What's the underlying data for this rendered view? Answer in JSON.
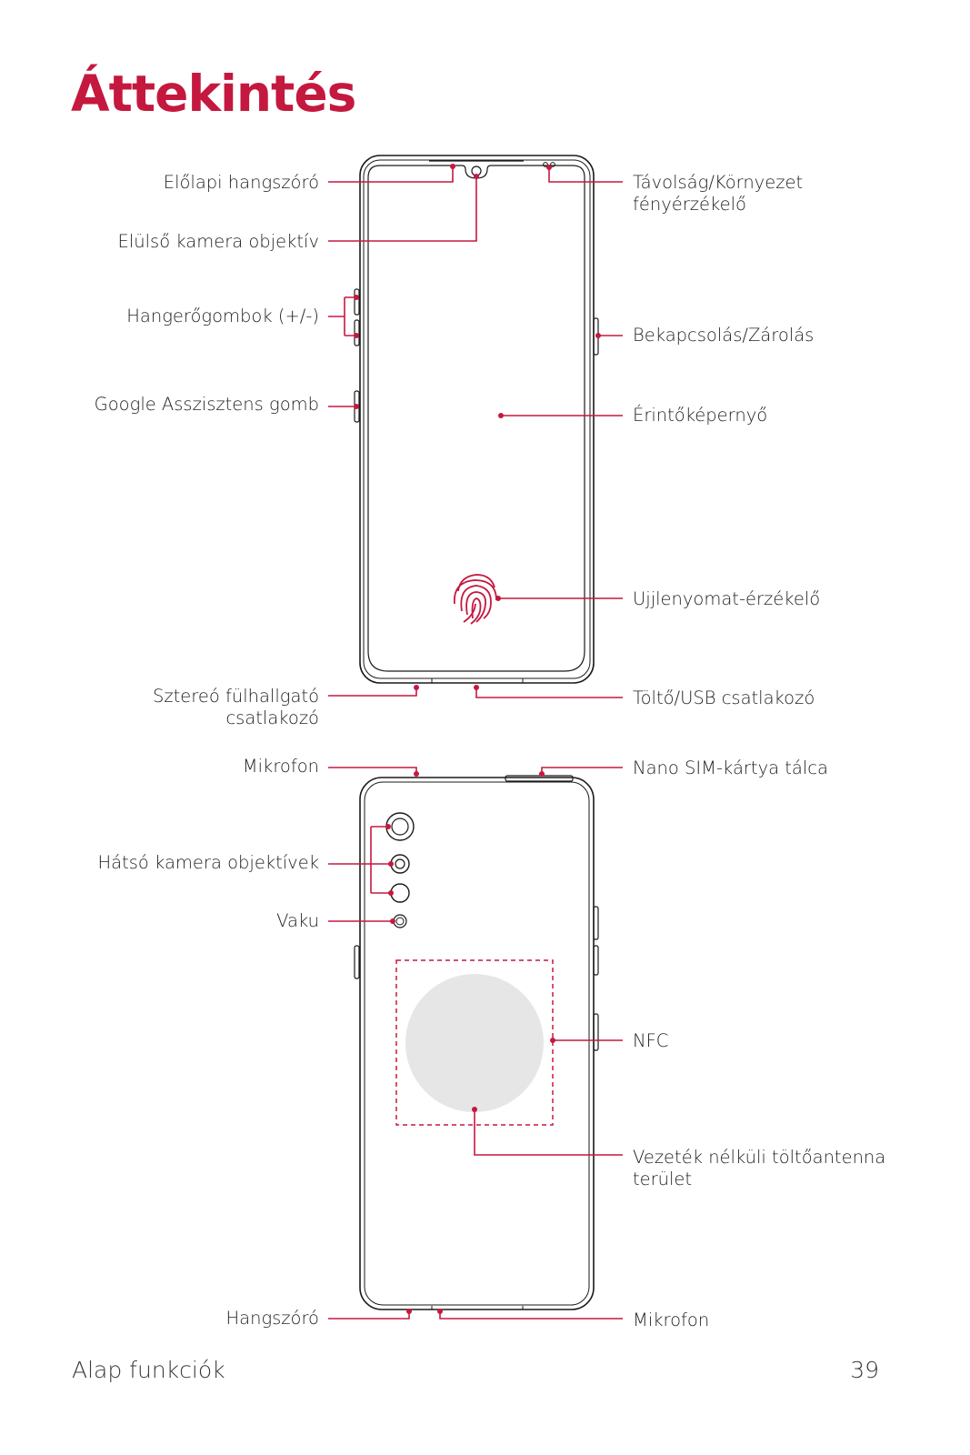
{
  "page": {
    "title": "Áttekintés",
    "footer_section": "Alap funkciók",
    "page_number": "39"
  },
  "front_labels": {
    "front_speaker": "Előlapi hangszóró",
    "front_camera": "Elülső kamera objektív",
    "volume_keys": "Hangerőgombok (+/-)",
    "assistant_key": "Google Asszisztens gomb",
    "proximity_line1": "Távolság/Környezet",
    "proximity_line2": "fényérzékelő",
    "power_key": "Bekapcsolás/Zárolás",
    "touch_screen": "Érintőképernyő",
    "fingerprint": "Ujjlenyomat-érzékelő",
    "earphone_line1": "Sztereó fülhallgató",
    "earphone_line2": "csatlakozó",
    "charger_port": "Töltő/USB csatlakozó"
  },
  "back_labels": {
    "microphone_top": "Mikrofon",
    "sim_tray": "Nano SIM-kártya tálca",
    "rear_cameras": "Hátsó kamera objektívek",
    "flash": "Vaku",
    "nfc": "NFC",
    "wireless_line1": "Vezeték nélküli töltőantenna",
    "wireless_line2": "terület",
    "speaker": "Hangszóró",
    "microphone_bottom": "Mikrofon"
  },
  "colors": {
    "accent": "#c5183f",
    "outline": "#1a1a1a",
    "wireless_area": "#e6e6e6"
  }
}
